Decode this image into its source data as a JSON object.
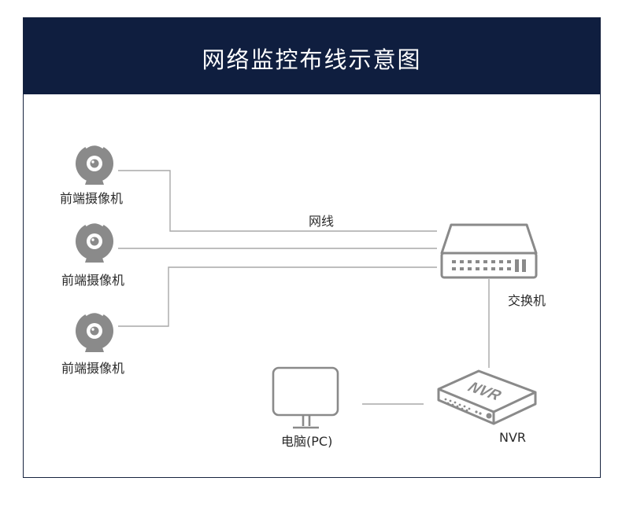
{
  "title": "网络监控布线示意图",
  "labels": {
    "camera": "前端摄像机",
    "cable": "网线",
    "switch": "交换机",
    "nvr": "NVR",
    "nvr_device_text": "NVR",
    "pc": "电脑(PC)"
  },
  "colors": {
    "header_bg": "#0f1e3f",
    "device": "#8a8a8a",
    "line": "#a8a8a8"
  }
}
